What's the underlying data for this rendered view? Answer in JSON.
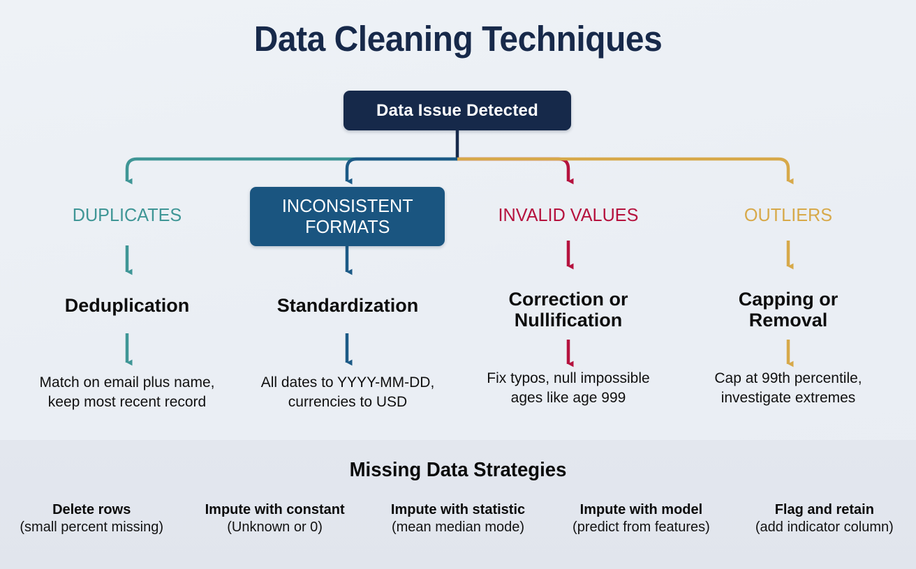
{
  "title": "Data Cleaning Techniques",
  "root": {
    "label": "Data Issue Detected"
  },
  "colors": {
    "background_top": "#eef2f6",
    "background_bottom": "#e9edf3",
    "footer_band": "#e3e7ee",
    "root_box": "#16294a",
    "duplicates": "#3f9696",
    "inconsistent_formats": "#1a5580",
    "invalid_values": "#b5123e",
    "outliers": "#d7a94a",
    "text_dark": "#0d0d0d",
    "title_navy": "#17294a"
  },
  "branches": [
    {
      "category": "DUPLICATES",
      "category_style": "plain",
      "technique": "Deduplication",
      "example": "Match on email plus name,\nkeep most recent record",
      "color": "#3f9696"
    },
    {
      "category": "INCONSISTENT\nFORMATS",
      "category_style": "boxed",
      "technique": "Standardization",
      "example": "All dates to YYYY-MM-DD,\ncurrencies to USD",
      "color": "#1a5580"
    },
    {
      "category": "INVALID VALUES",
      "category_style": "plain",
      "technique": "Correction or\nNullification",
      "example": "Fix typos, null impossible\nages like age 999",
      "color": "#b5123e"
    },
    {
      "category": "OUTLIERS",
      "category_style": "plain",
      "technique": "Capping or\nRemoval",
      "example": "Cap at 99th percentile,\ninvestigate extremes",
      "color": "#d7a94a"
    }
  ],
  "footer": {
    "title": "Missing Data Strategies",
    "items": [
      {
        "title": "Delete rows",
        "sub": "(small percent missing)"
      },
      {
        "title": "Impute with constant",
        "sub": "(Unknown or 0)"
      },
      {
        "title": "Impute with statistic",
        "sub": "(mean median mode)"
      },
      {
        "title": "Impute with model",
        "sub": "(predict from features)"
      },
      {
        "title": "Flag and retain",
        "sub": "(add indicator column)"
      }
    ]
  }
}
